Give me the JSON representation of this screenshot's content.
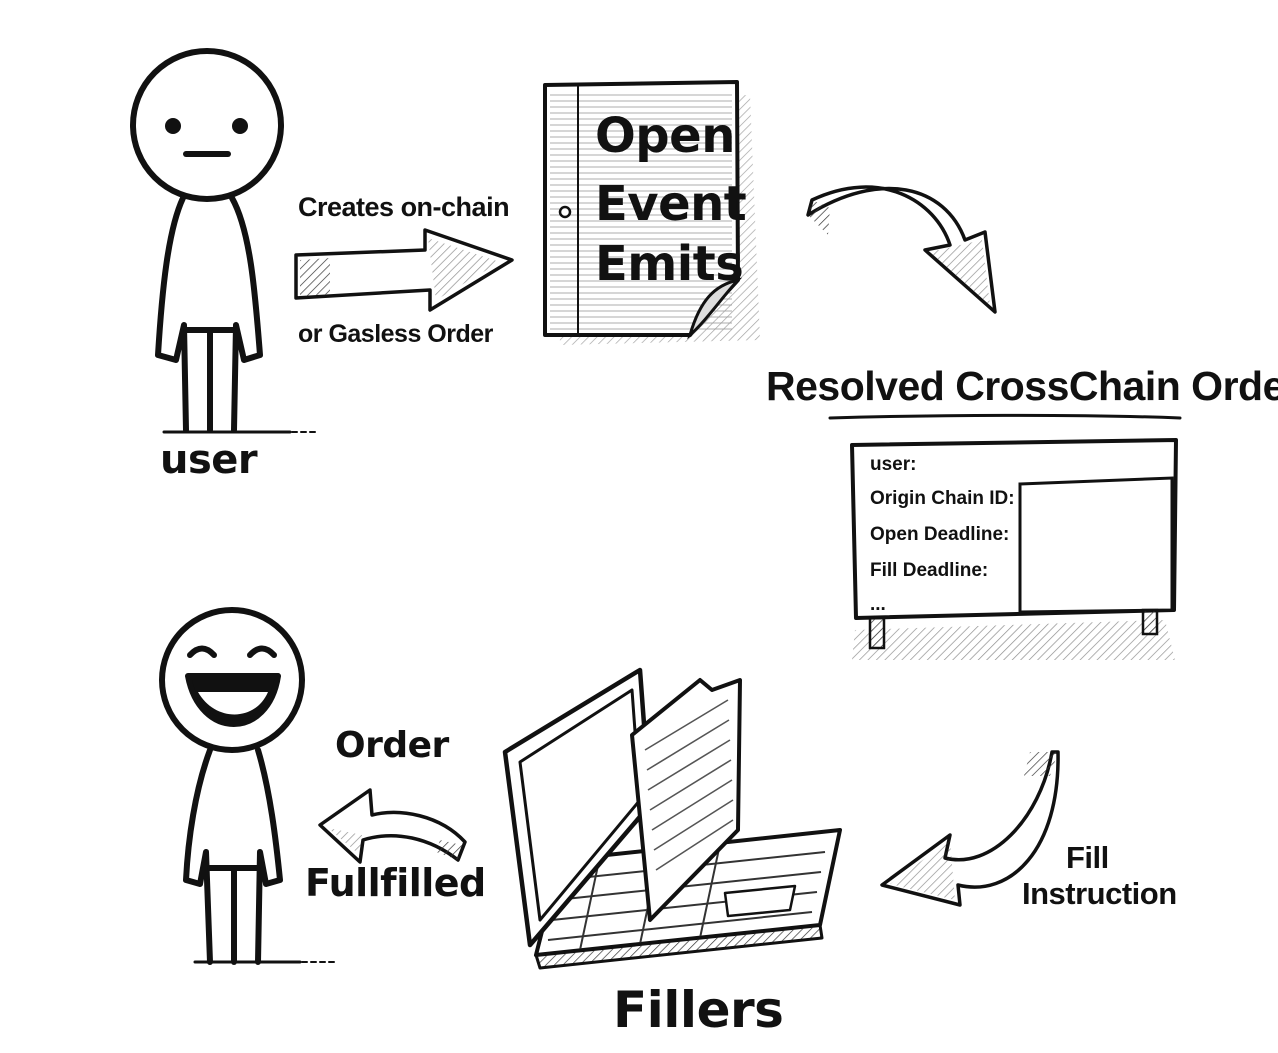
{
  "actors": {
    "user_top": {
      "label": "user"
    },
    "user_bottom": {
      "label": ""
    },
    "fillers": {
      "label": "Fillers"
    }
  },
  "steps": {
    "create": {
      "line1": "Creates on-chain",
      "line2": "or Gasless Order"
    },
    "open_event": {
      "line1": "Open",
      "line2": "Event",
      "line3": "Emits"
    },
    "resolved": {
      "title": "Resolved CrossChain Order"
    },
    "fill": {
      "line1": "Fill",
      "line2": "Instruction"
    },
    "fulfilled": {
      "line1": "Order",
      "line2": "Fullfilled"
    }
  },
  "order_board": {
    "fields": [
      "user:",
      "Origin Chain ID:",
      "Open Deadline:",
      "Fill Deadline:",
      "..."
    ]
  },
  "colors": {
    "ink": "#111111",
    "paper": "#ffffff",
    "shade": "#e6e6e6"
  }
}
